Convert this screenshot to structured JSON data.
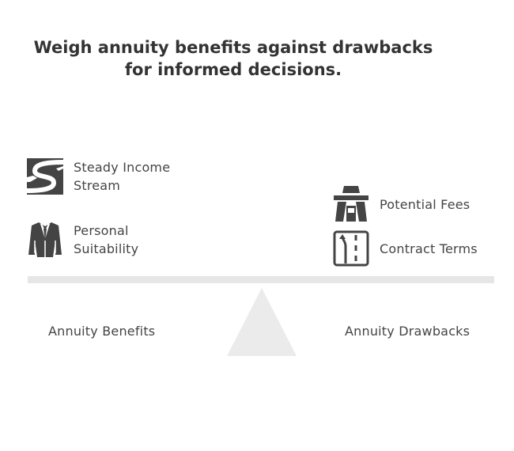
{
  "title": {
    "line1": "Weigh annuity benefits against drawbacks",
    "line2": "for informed decisions."
  },
  "benefits": {
    "label": "Annuity Benefits",
    "items": [
      {
        "icon": "winding-road-icon",
        "line1": "Steady Income",
        "line2": "Stream"
      },
      {
        "icon": "suit-jacket-icon",
        "line1": "Personal",
        "line2": "Suitability"
      }
    ]
  },
  "drawbacks": {
    "label": "Annuity Drawbacks",
    "items": [
      {
        "icon": "toll-booth-icon",
        "line1": "Potential Fees"
      },
      {
        "icon": "road-lanes-icon",
        "line1": "Contract Terms"
      }
    ]
  },
  "colors": {
    "icon": "#444444",
    "beam": "#e6e6e6",
    "fulcrum": "#ebebeb"
  }
}
